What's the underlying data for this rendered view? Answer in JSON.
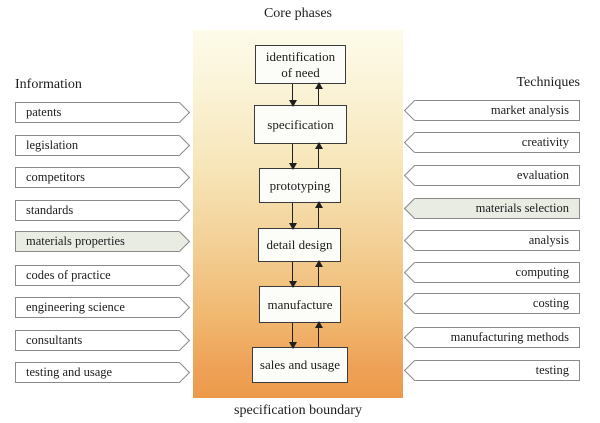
{
  "title": "Core phases",
  "footer": "specification boundary",
  "left": {
    "heading": "Information",
    "items": [
      {
        "label": "patents",
        "highlighted": false
      },
      {
        "label": "legislation",
        "highlighted": false
      },
      {
        "label": "competitors",
        "highlighted": false
      },
      {
        "label": "standards",
        "highlighted": false
      },
      {
        "label": "materials properties",
        "highlighted": true
      },
      {
        "label": "codes of practice",
        "highlighted": false
      },
      {
        "label": "engineering science",
        "highlighted": false
      },
      {
        "label": "consultants",
        "highlighted": false
      },
      {
        "label": "testing and usage",
        "highlighted": false
      }
    ]
  },
  "right": {
    "heading": "Techniques",
    "items": [
      {
        "label": "market analysis",
        "highlighted": false
      },
      {
        "label": "creativity",
        "highlighted": false
      },
      {
        "label": "evaluation",
        "highlighted": false
      },
      {
        "label": "materials selection",
        "highlighted": true
      },
      {
        "label": "analysis",
        "highlighted": false
      },
      {
        "label": "computing",
        "highlighted": false
      },
      {
        "label": "costing",
        "highlighted": false
      },
      {
        "label": "manufacturing methods",
        "highlighted": false
      },
      {
        "label": "testing",
        "highlighted": false
      }
    ]
  },
  "phases": [
    {
      "label": "identification of need"
    },
    {
      "label": "specification"
    },
    {
      "label": "prototyping"
    },
    {
      "label": "detail design"
    },
    {
      "label": "manufacture"
    },
    {
      "label": "sales and usage"
    }
  ],
  "colors": {
    "gradient_top": "#fdfbea",
    "gradient_bottom": "#ec9a49",
    "highlight_fill": "#e9ece3",
    "chevron_border": "#8a8a8a",
    "box_border": "#3b3b3b",
    "flow_arrow": "#1f1f1f"
  }
}
